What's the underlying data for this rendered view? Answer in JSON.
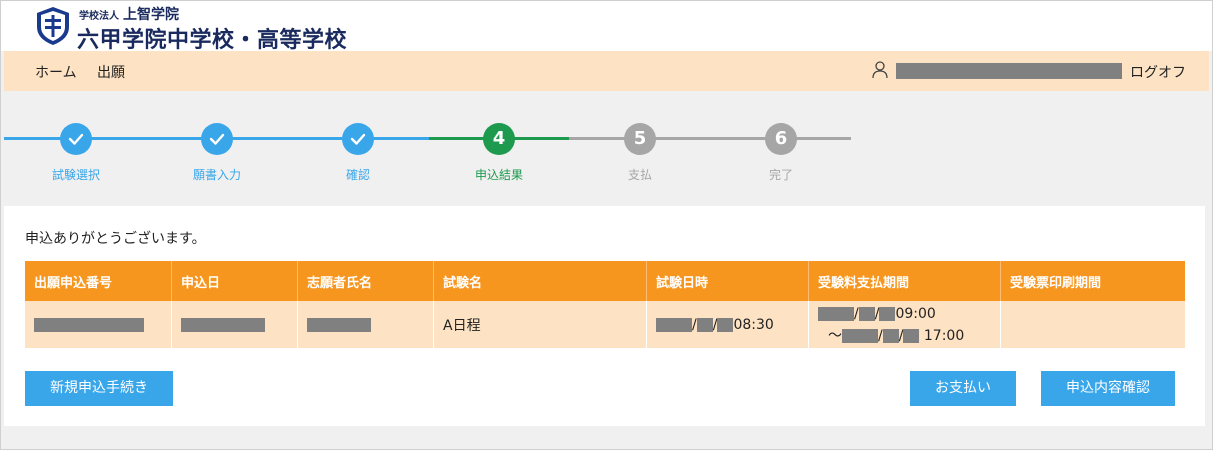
{
  "header": {
    "org_prefix": "学校法人",
    "org_name": "上智学院",
    "school_name": "六甲学院中学校・高等学校"
  },
  "nav": {
    "home": "ホーム",
    "application": "出願",
    "logout": "ログオフ"
  },
  "stepper": {
    "steps": [
      {
        "num": "1",
        "label": "試験選択",
        "state": "done"
      },
      {
        "num": "2",
        "label": "願書入力",
        "state": "done"
      },
      {
        "num": "3",
        "label": "確認",
        "state": "done"
      },
      {
        "num": "4",
        "label": "申込結果",
        "state": "current"
      },
      {
        "num": "5",
        "label": "支払",
        "state": "todo"
      },
      {
        "num": "6",
        "label": "完了",
        "state": "todo"
      }
    ],
    "colors": {
      "done": "#3aa6ea",
      "current": "#1e9a4f",
      "todo": "#a6a6a6"
    }
  },
  "content": {
    "thanks": "申込ありがとうございます。",
    "table": {
      "headers": [
        "出願申込番号",
        "申込日",
        "志願者氏名",
        "試験名",
        "試験日時",
        "受験料支払期間",
        "受験票印刷期間"
      ],
      "row": {
        "exam_name": "A日程",
        "exam_time": "08:30",
        "pay_start_time": "09:00",
        "pay_end_prefix": "～",
        "pay_end_time": "17:00",
        "sep": "/"
      }
    },
    "buttons": {
      "new_application": "新規申込手続き",
      "payment": "お支払い",
      "confirm": "申込内容確認"
    }
  }
}
